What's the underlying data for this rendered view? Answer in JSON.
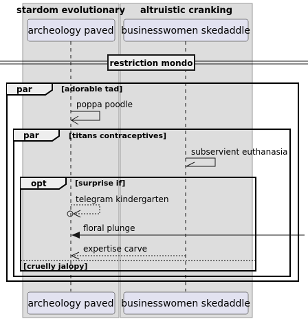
{
  "boxes": [
    {
      "title": "stardom evolutionary"
    },
    {
      "title": "altruistic cranking"
    }
  ],
  "participants": [
    {
      "name": "archeology paved"
    },
    {
      "name": "businesswomen skedaddle"
    }
  ],
  "divider": {
    "label": "restriction mondo"
  },
  "fragments": {
    "outer": {
      "kind": "par",
      "guard": "[adorable tad]"
    },
    "inner": {
      "kind": "par",
      "guard": "[titans contraceptives]"
    },
    "opt": {
      "kind": "opt",
      "guard": "[surprise if]",
      "else_guard": "[cruelly jalopy]"
    }
  },
  "messages": [
    {
      "label": "poppa poodle"
    },
    {
      "label": "subservient euthanasia"
    },
    {
      "label": "telegram kindergarten"
    },
    {
      "label": "floral plunge"
    },
    {
      "label": "expertise carve"
    }
  ],
  "colors": {
    "box_fill": "#dddddd",
    "box_stroke": "#999999",
    "participant_fill": "#e2e2f0",
    "participant_stroke": "#181818",
    "line": "#181818"
  }
}
